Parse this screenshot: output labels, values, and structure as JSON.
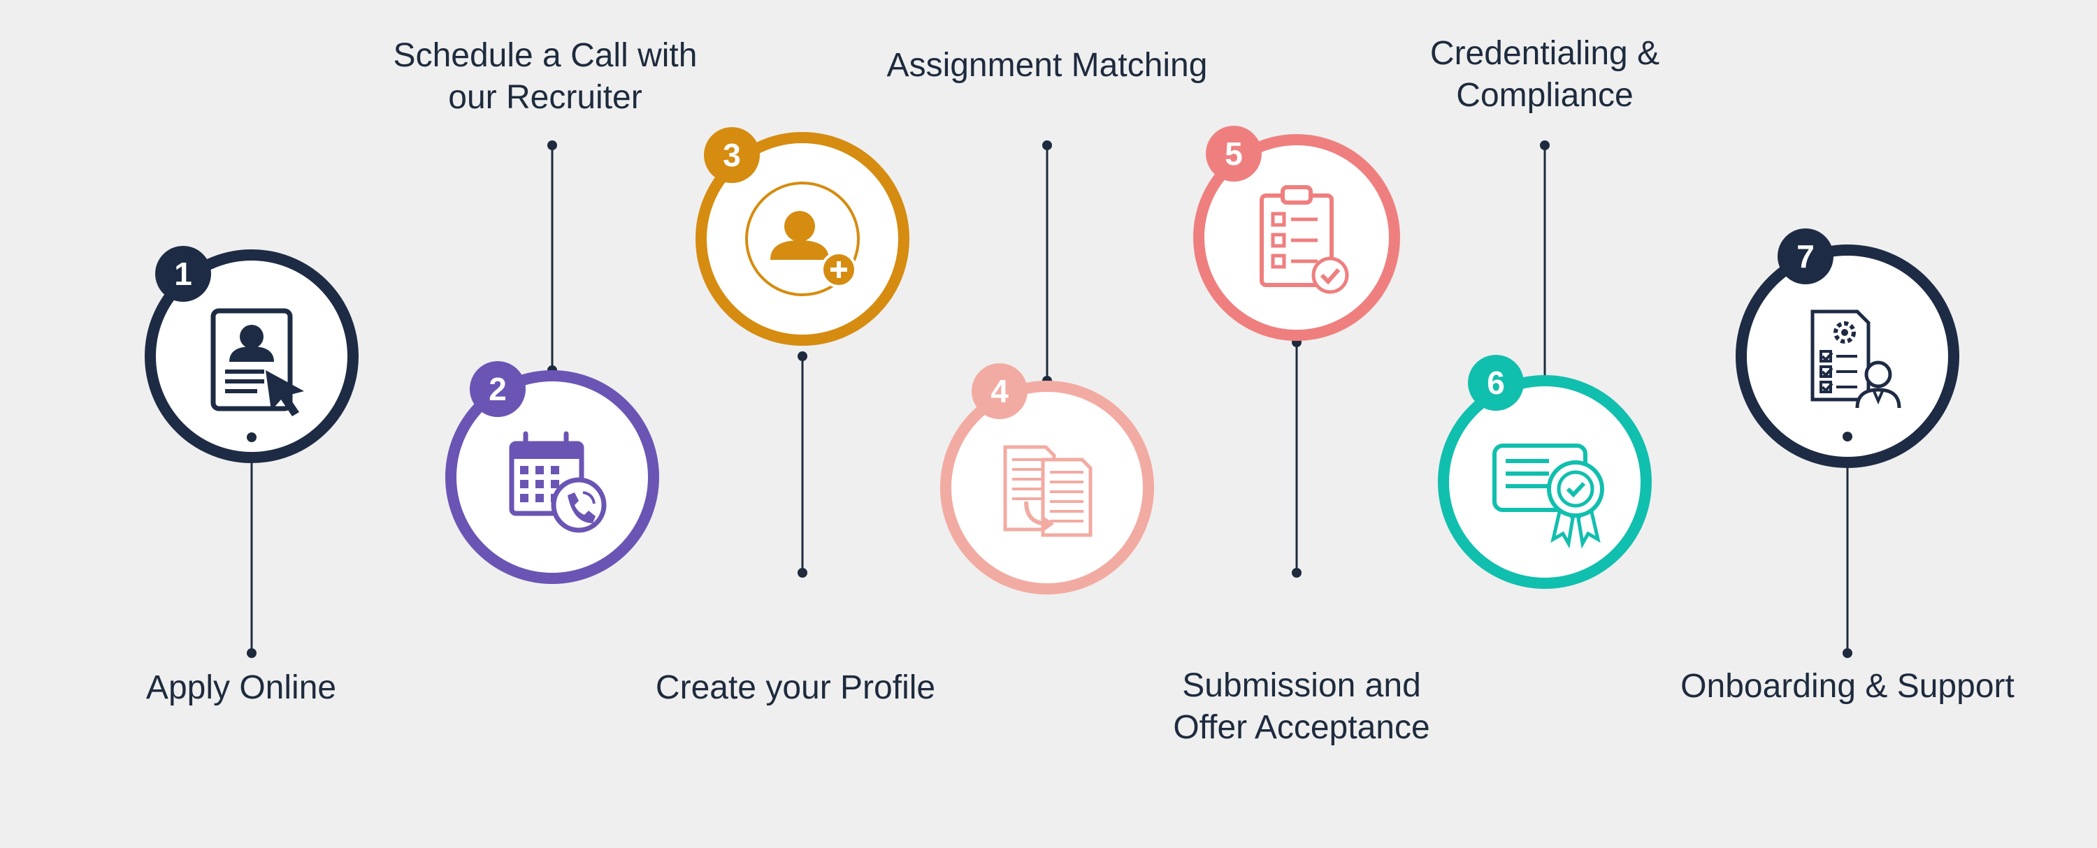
{
  "steps": [
    {
      "num": "1",
      "label": [
        "Apply Online"
      ],
      "icon": "resume-cursor-icon",
      "color": "#1e2b44"
    },
    {
      "num": "2",
      "label": [
        "Schedule a Call with",
        "our Recruiter"
      ],
      "icon": "calendar-phone-icon",
      "color": "#6a55b4"
    },
    {
      "num": "3",
      "label": [
        "Create your Profile"
      ],
      "icon": "user-add-icon",
      "color": "#d58c10"
    },
    {
      "num": "4",
      "label": [
        "Assignment Matching"
      ],
      "icon": "document-match-icon",
      "color": "#f2aba2"
    },
    {
      "num": "5",
      "label": [
        "Submission and",
        "Offer Acceptance"
      ],
      "icon": "clipboard-checklist-icon",
      "color": "#ef7f7f"
    },
    {
      "num": "6",
      "label": [
        "Credentialing &",
        "Compliance"
      ],
      "icon": "certificate-badge-icon",
      "color": "#11bfae"
    },
    {
      "num": "7",
      "label": [
        "Onboarding & Support"
      ],
      "icon": "onboarding-checklist-icon",
      "color": "#1e2b44"
    }
  ],
  "colors": {
    "background": "#efefef",
    "text": "#1e2b3e",
    "connector": "#1e2b3e"
  }
}
